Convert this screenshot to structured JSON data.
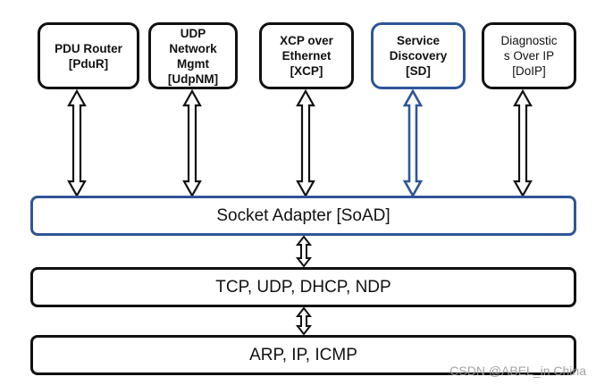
{
  "modules": [
    {
      "id": "pdur",
      "lines": [
        "PDU Router",
        "[PduR]"
      ],
      "bold": true,
      "highlight": false
    },
    {
      "id": "udpnm",
      "lines": [
        "UDP",
        "Network",
        "Mgmt",
        "[UdpNM]"
      ],
      "bold": true,
      "highlight": false
    },
    {
      "id": "xcp",
      "lines": [
        "XCP over",
        "Ethernet",
        "[XCP]"
      ],
      "bold": true,
      "highlight": false
    },
    {
      "id": "sd",
      "lines": [
        "Service",
        "Discovery",
        "[SD]"
      ],
      "bold": true,
      "highlight": true
    },
    {
      "id": "doip",
      "lines": [
        "Diagnostic",
        "s Over IP",
        "[DoIP]"
      ],
      "bold": false,
      "highlight": false
    }
  ],
  "layers": {
    "soad": "Socket Adapter [SoAD]",
    "transport": "TCP, UDP, DHCP, NDP",
    "network": "ARP, IP, ICMP"
  },
  "colors": {
    "highlight": "#2f5597",
    "line": "#111111"
  },
  "watermark": "CSDN @ABEL_in China"
}
